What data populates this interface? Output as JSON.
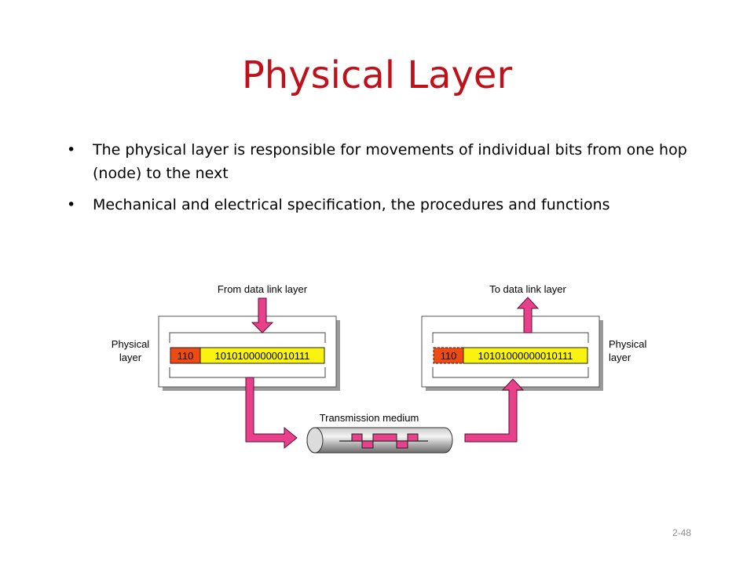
{
  "slide": {
    "title": "Physical Layer",
    "bullets": [
      "The physical layer is responsible for movements of individual bits from one hop (node) to the next",
      "Mechanical and electrical specification, the procedures and functions"
    ],
    "bullet_glyph": "•",
    "page_number": "2-48"
  },
  "diagram": {
    "from_label": "From data link layer",
    "to_label": "To data link layer",
    "left_layer_label": [
      "Physical",
      "layer"
    ],
    "right_layer_label": [
      "Physical",
      "layer"
    ],
    "header_bits": "110",
    "data_bits": "10101000000010111",
    "medium_label": "Transmission medium",
    "colors": {
      "arrow": "#e8408a",
      "header": "#ee4a14",
      "data": "#f9f40f",
      "box_shadow": "#9a9a9a"
    }
  }
}
